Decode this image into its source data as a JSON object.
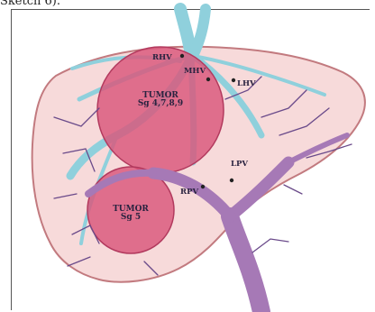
{
  "caption_fragment": "Sketch 6).",
  "labels": {
    "rhv": "RHV",
    "mhv": "MHV",
    "lhv": "LHV",
    "lpv": "LPV",
    "rpv": "RPV",
    "tumor1_line1": "TUMOR",
    "tumor1_line2": "Sg 4,7,8,9",
    "tumor2_line1": "TUMOR",
    "tumor2_line2": "Sg 5"
  },
  "colors": {
    "liver_fill": "#f7dada",
    "liver_outline": "#c27a7f",
    "tumor_fill": "#d9557a",
    "hepatic_vein": "#8fd0dc",
    "portal_vein": "#a679b6",
    "vessel_branch": "#6a4a8a"
  }
}
